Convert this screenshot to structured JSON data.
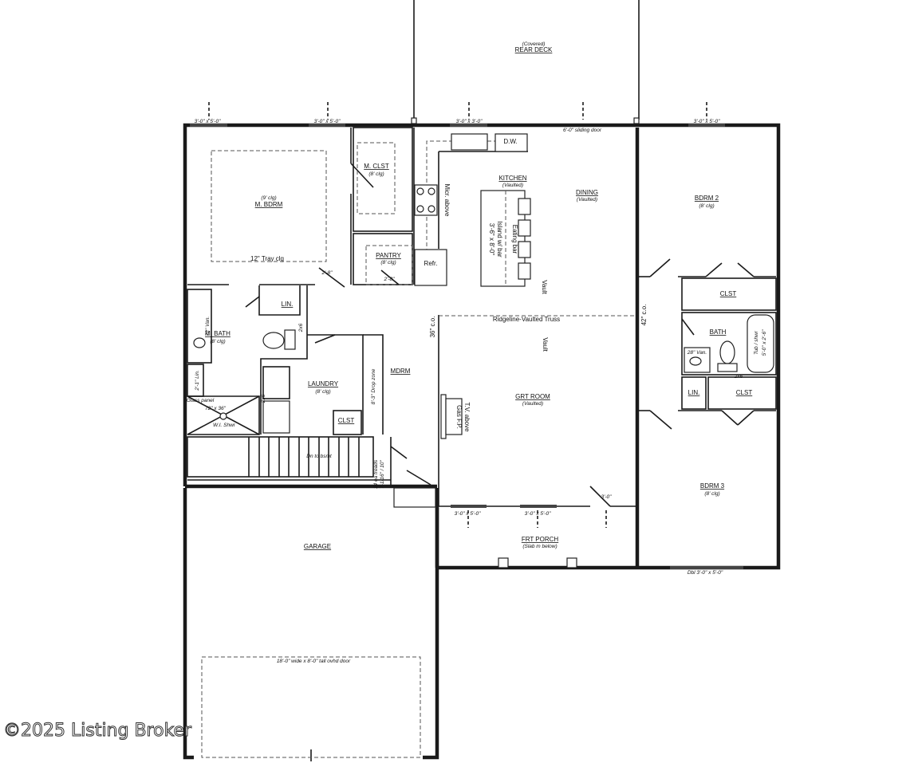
{
  "rooms": {
    "rear_deck": {
      "sub": "(Covered)",
      "name": "REAR DECK"
    },
    "master_bedroom": {
      "sub": "(9' clg)",
      "name": "M. BDRM",
      "note": "12\" Tray clg"
    },
    "master_closet": {
      "name": "M. CLST",
      "sub": "(8' clg)"
    },
    "pantry": {
      "name": "PANTRY",
      "sub": "(8' clg)"
    },
    "kitchen": {
      "name": "KITCHEN",
      "sub": "(Vaulted)"
    },
    "dining": {
      "name": "DINING",
      "sub": "(Vaulted)"
    },
    "bedroom2": {
      "name": "BDRM 2",
      "sub": "(8' clg)"
    },
    "closet_b2": {
      "name": "CLST"
    },
    "bath": {
      "name": "BATH"
    },
    "linen_right": {
      "name": "LIN."
    },
    "closet_b3": {
      "name": "CLST"
    },
    "bedroom3": {
      "name": "BDRM 3",
      "sub": "(8' clg)"
    },
    "master_bath": {
      "name": "M. BATH",
      "sub": "(8' clg)"
    },
    "linen_left": {
      "name": "LIN."
    },
    "laundry": {
      "name": "LAUNDRY",
      "sub": "(8' clg)"
    },
    "laundry_closet": {
      "name": "CLST"
    },
    "mudroom": {
      "name": "MDRM"
    },
    "great_room": {
      "name": "GRT ROOM",
      "sub": "(Vaulted)"
    },
    "front_porch": {
      "name": "FRT PORCH",
      "sub": "(Slab m below)"
    },
    "garage": {
      "name": "GARAGE"
    }
  },
  "annotations": {
    "win_mb_1": "3'-0\" x 5'-0\"",
    "win_mb_2": "3'-0\" x 5'-0\"",
    "win_kitchen": "3'-0\" x 3'-0\"",
    "win_b2": "3'-0\" x 5'-0\"",
    "win_gr_1": "3'-0\" x 5'-0\"",
    "win_gr_2": "3'-0\" x 5'-0\"",
    "win_b3": "Dbl 3'-0\" x 5'-0\"",
    "sliding_door": "6'-0\" sliding door",
    "dw": "D.W.",
    "micro": "Micr. above",
    "refr": "Refr.",
    "island": "3'-6\" x 8'-0\"",
    "island2": "Island w/ bar",
    "eating_bar": "Eating bar",
    "vault_down": "Vault",
    "vault_up": "Vault",
    "ridgeline": "Ridgeline-Vaulted Truss",
    "co_36": "36\" c.o.",
    "co_42": "42\" c.o.",
    "vanity_28": "28\" Van.",
    "tub": "Tub / shwr",
    "tub_size": "5'-0\" x 2'-6\"",
    "two_by_six_a": "2x6",
    "two_by_six_b": "2x6",
    "two_by_six_c": "2x6",
    "vanity_72": "72\" Van.",
    "lin_21": "2'-1\" Lin.",
    "glass_panel": "Glass panel",
    "shower_size": "72\" x 36\"",
    "shower": "W.I. Shwr",
    "drop_zone": "8'-3\" Drop zone",
    "stairs_dn": "Dn to bsmt",
    "treads": "14 ea treads",
    "treads2": "7-1/16\" / 10\"",
    "fireplace": "T.V. above",
    "fireplace2": "Gas F.P.",
    "garage_door": "18'-0\" wide x 8'-0\" tall ovhd door",
    "door_a": "2'-8\"",
    "door_b": "2'-8\"",
    "door_c": "3'-0\""
  },
  "watermark": "©2025 Listing Broker"
}
